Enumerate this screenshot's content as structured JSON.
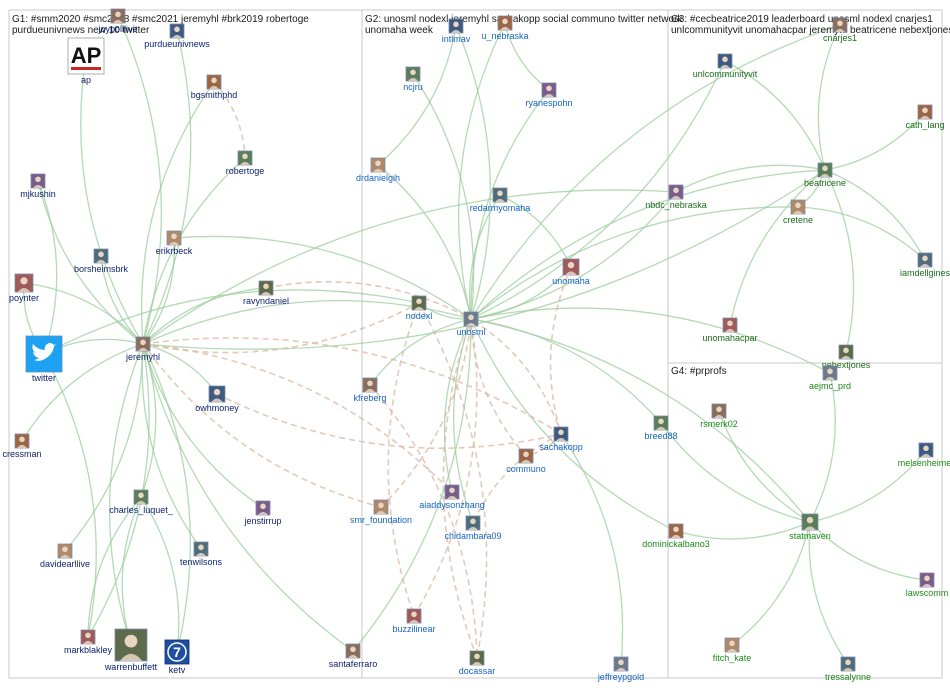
{
  "graph": {
    "groups": [
      {
        "id": "G1",
        "lines": [
          "G1: #smm2020 #smc2018 #smc2021 jeremyhl #brk2019 robertoge",
          "purdueunivnews new 10 twitter"
        ],
        "label_color": "#0b1f6b"
      },
      {
        "id": "G2",
        "lines": [
          "G2: unosml nodexl jeremyhl sachakopp social communo twitter network",
          "unomaha week"
        ],
        "label_color": "#1565c0"
      },
      {
        "id": "G3",
        "lines": [
          "G3: #cecbeatrice2019 leaderboard unosml nodexl cnarjes1",
          "unlcommunityvit unomahacpar jeremyhl beatricene nebextjones"
        ],
        "label_color": "#1a6b1a"
      },
      {
        "id": "G4",
        "lines": [
          "G4: #prprofs"
        ],
        "label_color": "#1a8a1a"
      }
    ],
    "nodes": [
      {
        "id": "ap",
        "label": "ap",
        "group": "G1",
        "icon": "ap-logo-icon"
      },
      {
        "id": "joypolilive",
        "label": "joypolilive",
        "group": "G1",
        "icon": "avatar-icon"
      },
      {
        "id": "purdueunivnews",
        "label": "purdueunivnews",
        "group": "G1",
        "icon": "avatar-icon"
      },
      {
        "id": "bgsmithphd",
        "label": "bgsmithphd",
        "group": "G1",
        "icon": "avatar-icon"
      },
      {
        "id": "robertoge",
        "label": "robertoge",
        "group": "G1",
        "icon": "avatar-icon"
      },
      {
        "id": "mjkushin",
        "label": "mjkushin",
        "group": "G1",
        "icon": "avatar-icon"
      },
      {
        "id": "erikrbeck",
        "label": "erikrbeck",
        "group": "G1",
        "icon": "avatar-icon"
      },
      {
        "id": "borsheimsbrk",
        "label": "borsheimsbrk",
        "group": "G1",
        "icon": "avatar-icon"
      },
      {
        "id": "poynter",
        "label": "poynter",
        "group": "G1",
        "icon": "avatar-icon"
      },
      {
        "id": "ravyndaniel",
        "label": "ravyndaniel",
        "group": "G1",
        "icon": "avatar-icon"
      },
      {
        "id": "twitter",
        "label": "twitter",
        "group": "G1",
        "icon": "twitter-bird-icon"
      },
      {
        "id": "jeremyhl",
        "label": "jeremyhl",
        "group": "G1",
        "icon": "avatar-icon"
      },
      {
        "id": "owhmoney",
        "label": "owhmoney",
        "group": "G1",
        "icon": "avatar-icon"
      },
      {
        "id": "cressman",
        "label": "cressman",
        "group": "G1",
        "icon": "avatar-icon"
      },
      {
        "id": "charles_luquet_",
        "label": "charles_luquet_",
        "group": "G1",
        "icon": "avatar-icon"
      },
      {
        "id": "jenstirrup",
        "label": "jenstirrup",
        "group": "G1",
        "icon": "avatar-icon"
      },
      {
        "id": "davidearllive",
        "label": "davidearllive",
        "group": "G1",
        "icon": "avatar-icon"
      },
      {
        "id": "tenwilsons",
        "label": "tenwilsons",
        "group": "G1",
        "icon": "avatar-icon"
      },
      {
        "id": "markblakley",
        "label": "markblakley",
        "group": "G1",
        "icon": "avatar-icon"
      },
      {
        "id": "warrenbuffett",
        "label": "warrenbuffett",
        "group": "G1",
        "icon": "avatar-icon"
      },
      {
        "id": "ketv",
        "label": "ketv",
        "group": "G1",
        "icon": "ketv-logo-icon"
      },
      {
        "id": "santaferraro",
        "label": "santaferraro",
        "group": "G1",
        "icon": "avatar-icon"
      },
      {
        "id": "intlmav",
        "label": "intlmav",
        "group": "G2",
        "icon": "avatar-icon"
      },
      {
        "id": "u_nebraska",
        "label": "u_nebraska",
        "group": "G2",
        "icon": "avatar-icon"
      },
      {
        "id": "ncjru",
        "label": "ncjru",
        "group": "G2",
        "icon": "avatar-icon"
      },
      {
        "id": "ryanespohn",
        "label": "ryanespohn",
        "group": "G2",
        "icon": "avatar-icon"
      },
      {
        "id": "drdanielgih",
        "label": "drdanielgih",
        "group": "G2",
        "icon": "avatar-icon"
      },
      {
        "id": "redarmyomaha",
        "label": "redarmyomaha",
        "group": "G2",
        "icon": "avatar-icon"
      },
      {
        "id": "unomaha",
        "label": "unomaha",
        "group": "G2",
        "icon": "avatar-icon"
      },
      {
        "id": "nodexl",
        "label": "nodexl",
        "group": "G2",
        "icon": "avatar-icon"
      },
      {
        "id": "unosml",
        "label": "unosml",
        "group": "G2",
        "icon": "avatar-icon"
      },
      {
        "id": "kfreberg",
        "label": "kfreberg",
        "group": "G2",
        "icon": "avatar-icon"
      },
      {
        "id": "sachakopp",
        "label": "sachakopp",
        "group": "G2",
        "icon": "avatar-icon"
      },
      {
        "id": "communo",
        "label": "communo",
        "group": "G2",
        "icon": "avatar-icon"
      },
      {
        "id": "breed88",
        "label": "breed88",
        "group": "G2",
        "icon": "avatar-icon"
      },
      {
        "id": "aiaddysonzhang",
        "label": "aiaddysonzhang",
        "group": "G2",
        "icon": "avatar-icon"
      },
      {
        "id": "smr_foundation",
        "label": "smr_foundation",
        "group": "G2",
        "icon": "avatar-icon"
      },
      {
        "id": "chidambara09",
        "label": "chidambara09",
        "group": "G2",
        "icon": "avatar-icon"
      },
      {
        "id": "buzzilinear",
        "label": "buzzilinear",
        "group": "G2",
        "icon": "avatar-icon"
      },
      {
        "id": "docassar",
        "label": "docassar",
        "group": "G2",
        "icon": "avatar-icon"
      },
      {
        "id": "jeffreypgold",
        "label": "jeffreypgold",
        "group": "G2",
        "icon": "avatar-icon"
      },
      {
        "id": "cnarjes1",
        "label": "cnarjes1",
        "group": "G3",
        "icon": "avatar-icon"
      },
      {
        "id": "unlcommunityvit",
        "label": "unlcommunityvit",
        "group": "G3",
        "icon": "avatar-icon"
      },
      {
        "id": "cath_lang",
        "label": "cath_lang",
        "group": "G3",
        "icon": "avatar-icon"
      },
      {
        "id": "beatricene",
        "label": "beatricene",
        "group": "G3",
        "icon": "avatar-icon"
      },
      {
        "id": "nbdc_nebraska",
        "label": "nbdc_nebraska",
        "group": "G3",
        "icon": "avatar-icon"
      },
      {
        "id": "cretene",
        "label": "cretene",
        "group": "G3",
        "icon": "avatar-icon"
      },
      {
        "id": "iamdellgines",
        "label": "iamdellgines",
        "group": "G3",
        "icon": "avatar-icon"
      },
      {
        "id": "unomahacpar",
        "label": "unomahacpar",
        "group": "G3",
        "icon": "avatar-icon"
      },
      {
        "id": "nebextjones",
        "label": "nebextjones",
        "group": "G3",
        "icon": "avatar-icon"
      },
      {
        "id": "aejmc_prd",
        "label": "aejmc_prd",
        "group": "G4",
        "icon": "avatar-icon"
      },
      {
        "id": "rsmerk02",
        "label": "rsmerk02",
        "group": "G4",
        "icon": "avatar-icon"
      },
      {
        "id": "melsenheimer",
        "label": "melsenheimer",
        "group": "G4",
        "icon": "avatar-icon"
      },
      {
        "id": "dominickalbano3",
        "label": "dominickalbano3",
        "group": "G4",
        "icon": "avatar-icon"
      },
      {
        "id": "statmaven",
        "label": "statmaven",
        "group": "G4",
        "icon": "avatar-icon"
      },
      {
        "id": "lawscomm",
        "label": "lawscomm",
        "group": "G4",
        "icon": "avatar-icon"
      },
      {
        "id": "fitch_kate",
        "label": "fitch_kate",
        "group": "G4",
        "icon": "avatar-icon"
      },
      {
        "id": "tressalynne",
        "label": "tressalynne",
        "group": "G4",
        "icon": "avatar-icon"
      }
    ],
    "edges": [
      [
        "purdueunivnews",
        "jeremyhl",
        "green"
      ],
      [
        "bgsmithphd",
        "jeremyhl",
        "green"
      ],
      [
        "bgsmithphd",
        "robertoge",
        "tan"
      ],
      [
        "mjkushin",
        "jeremyhl",
        "green"
      ],
      [
        "erikrbeck",
        "jeremyhl",
        "green"
      ],
      [
        "borsheimsbrk",
        "jeremyhl",
        "green"
      ],
      [
        "poynter",
        "jeremyhl",
        "green"
      ],
      [
        "ravyndaniel",
        "jeremyhl",
        "green"
      ],
      [
        "twitter",
        "jeremyhl",
        "green"
      ],
      [
        "owhmoney",
        "jeremyhl",
        "green"
      ],
      [
        "cressman",
        "jeremyhl",
        "green"
      ],
      [
        "charles_luquet_",
        "jeremyhl",
        "green"
      ],
      [
        "jenstirrup",
        "jeremyhl",
        "green"
      ],
      [
        "davidearllive",
        "jeremyhl",
        "green"
      ],
      [
        "tenwilsons",
        "jeremyhl",
        "green"
      ],
      [
        "markblakley",
        "jeremyhl",
        "green"
      ],
      [
        "warrenbuffett",
        "jeremyhl",
        "green"
      ],
      [
        "ketv",
        "jeremyhl",
        "green"
      ],
      [
        "santaferraro",
        "jeremyhl",
        "green"
      ],
      [
        "ap",
        "jeremyhl",
        "green"
      ],
      [
        "joypolilive",
        "jeremyhl",
        "green"
      ],
      [
        "robertoge",
        "jeremyhl",
        "green"
      ],
      [
        "mjkushin",
        "twitter",
        "green"
      ],
      [
        "poynter",
        "twitter",
        "green"
      ],
      [
        "jeremyhl",
        "unosml",
        "green"
      ],
      [
        "jeremyhl",
        "nodexl",
        "tan"
      ],
      [
        "jeremyhl",
        "sachakopp",
        "tan"
      ],
      [
        "jeremyhl",
        "smr_foundation",
        "tan"
      ],
      [
        "jeremyhl",
        "aiaddysonzhang",
        "tan"
      ],
      [
        "charles_luquet_",
        "warrenbuffett",
        "green"
      ],
      [
        "charles_luquet_",
        "ketv",
        "green"
      ],
      [
        "charles_luquet_",
        "markblakley",
        "green"
      ],
      [
        "ravyndaniel",
        "unosml",
        "tan"
      ],
      [
        "owhmoney",
        "sachakopp",
        "tan"
      ],
      [
        "intlmav",
        "unosml",
        "green"
      ],
      [
        "u_nebraska",
        "unosml",
        "green"
      ],
      [
        "ncjru",
        "unosml",
        "green"
      ],
      [
        "ryanespohn",
        "unosml",
        "green"
      ],
      [
        "drdanielgih",
        "unosml",
        "green"
      ],
      [
        "redarmyomaha",
        "unosml",
        "green"
      ],
      [
        "unomaha",
        "unosml",
        "green"
      ],
      [
        "nodexl",
        "unosml",
        "green"
      ],
      [
        "kfreberg",
        "unosml",
        "green"
      ],
      [
        "sachakopp",
        "unosml",
        "tan"
      ],
      [
        "communo",
        "unosml",
        "tan"
      ],
      [
        "breed88",
        "unosml",
        "green"
      ],
      [
        "aiaddysonzhang",
        "unosml",
        "green"
      ],
      [
        "smr_foundation",
        "unosml",
        "tan"
      ],
      [
        "chidambara09",
        "unosml",
        "green"
      ],
      [
        "buzzilinear",
        "unosml",
        "tan"
      ],
      [
        "docassar",
        "unosml",
        "tan"
      ],
      [
        "jeffreypgold",
        "sachakopp",
        "green"
      ],
      [
        "sachakopp",
        "communo",
        "tan"
      ],
      [
        "sachakopp",
        "chidambara09",
        "tan"
      ],
      [
        "nodexl",
        "docassar",
        "tan"
      ],
      [
        "nodexl",
        "buzzilinear",
        "tan"
      ],
      [
        "kfreberg",
        "docassar",
        "tan"
      ],
      [
        "beatricene",
        "unosml",
        "green"
      ],
      [
        "nbdc_nebraska",
        "unosml",
        "green"
      ],
      [
        "cretene",
        "unosml",
        "green"
      ],
      [
        "unlcommunityvit",
        "unosml",
        "green"
      ],
      [
        "cnarjes1",
        "unosml",
        "green"
      ],
      [
        "cath_lang",
        "beatricene",
        "green"
      ],
      [
        "iamdellgines",
        "beatricene",
        "green"
      ],
      [
        "unomahacpar",
        "beatricene",
        "green"
      ],
      [
        "nebextjones",
        "beatricene",
        "green"
      ],
      [
        "nbdc_nebraska",
        "beatricene",
        "green"
      ],
      [
        "cretene",
        "beatricene",
        "green"
      ],
      [
        "unlcommunityvit",
        "beatricene",
        "green"
      ],
      [
        "cnarjes1",
        "beatricene",
        "green"
      ],
      [
        "cretene",
        "iamdellgines",
        "green"
      ],
      [
        "nbdc_nebraska",
        "jeremyhl",
        "green"
      ],
      [
        "beatricene",
        "jeremyhl",
        "green"
      ],
      [
        "statmaven",
        "aejmc_prd",
        "green"
      ],
      [
        "statmaven",
        "rsmerk02",
        "green"
      ],
      [
        "statmaven",
        "melsenheimer",
        "green"
      ],
      [
        "statmaven",
        "dominickalbano3",
        "green"
      ],
      [
        "statmaven",
        "lawscomm",
        "green"
      ],
      [
        "statmaven",
        "fitch_kate",
        "green"
      ],
      [
        "statmaven",
        "tressalynne",
        "green"
      ],
      [
        "statmaven",
        "breed88",
        "green"
      ],
      [
        "aejmc_prd",
        "unosml",
        "green"
      ],
      [
        "dominickalbano3",
        "unosml",
        "green"
      ],
      [
        "statmaven",
        "unosml",
        "green"
      ],
      [
        "redarmyomaha",
        "unomaha",
        "green"
      ],
      [
        "u_nebraska",
        "ryanespohn",
        "green"
      ],
      [
        "intlmav",
        "drdanielgih",
        "green"
      ],
      [
        "unomaha",
        "sachakopp",
        "tan"
      ],
      [
        "erikrbeck",
        "unosml",
        "green"
      ],
      [
        "santaferraro",
        "unosml",
        "green"
      ],
      [
        "twitter",
        "nodexl",
        "green"
      ],
      [
        "markblakley",
        "twitter",
        "green"
      ]
    ]
  }
}
